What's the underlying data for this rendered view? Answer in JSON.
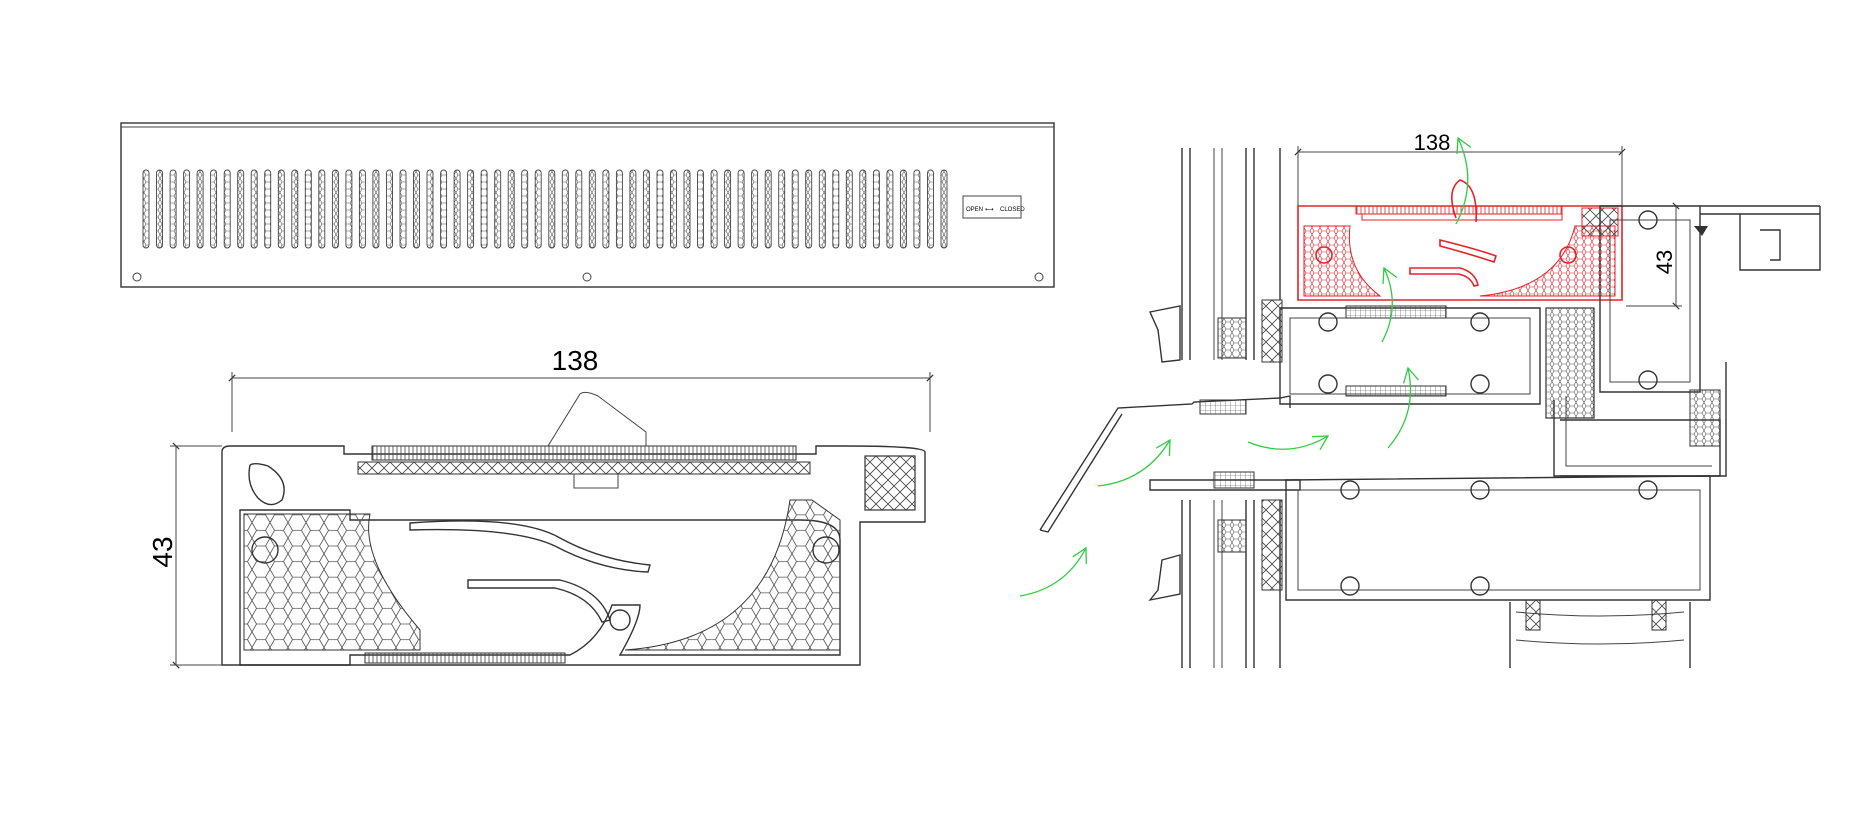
{
  "drawing": {
    "vent_grille": {
      "slot_count": 60,
      "label_open": "OPEN",
      "label_arrow": "⟷",
      "label_closed": "CLOSED"
    },
    "section_detail": {
      "dim_width": "138",
      "dim_height": "43"
    },
    "installed_detail": {
      "dim_width": "138",
      "dim_height": "43"
    },
    "colors": {
      "line": "#333333",
      "highlight": "#e8202a",
      "airflow": "#2ecc40"
    },
    "icons": [
      "airflow-arrow-icon",
      "screw-icon"
    ]
  }
}
